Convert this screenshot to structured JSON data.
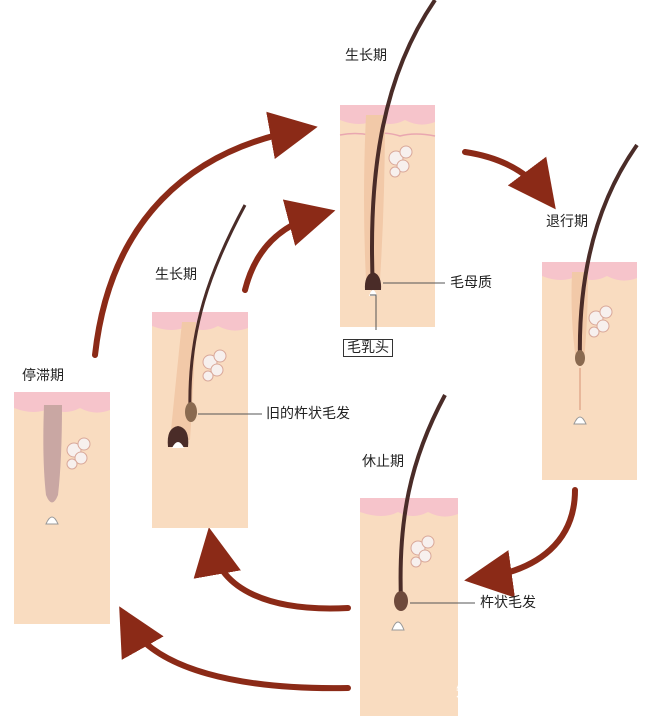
{
  "stages": {
    "anagen_top": "生长期",
    "catagen": "退行期",
    "telogen": "休止期",
    "anagen_left": "生长期",
    "resting": "停滞期"
  },
  "annotations": {
    "matrix": "毛母质",
    "papilla": "毛乳头",
    "old_club_hair": "旧的杵状毛发",
    "club_hair": "杵状毛发"
  },
  "watermark": "知乎 @毛发医生钟飞",
  "colors": {
    "skin": "#f9dcc0",
    "epidermis": "#f6c4cb",
    "hair": "#4a2c28",
    "arrow": "#8b2a17",
    "gland": "#f7f0ee"
  }
}
